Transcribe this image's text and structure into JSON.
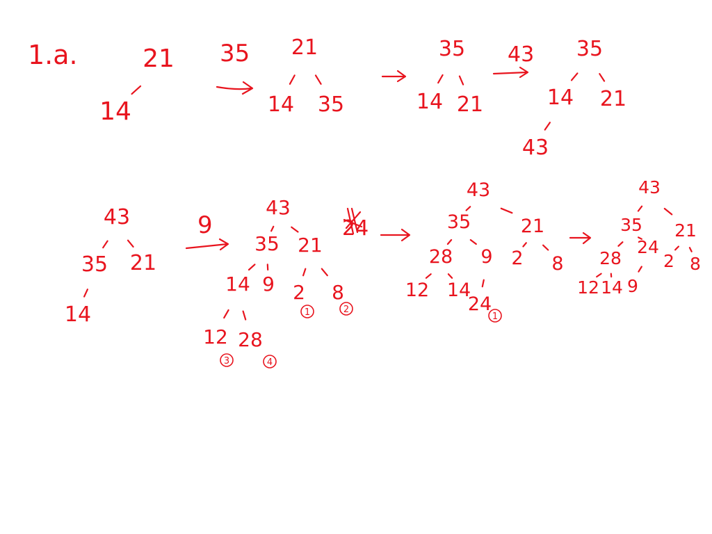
{
  "problem_label": "1.a.",
  "ink_color": "#e8141e",
  "insert_labels": [
    "35",
    "43",
    "9",
    "24"
  ],
  "trees": [
    {
      "id": "t1",
      "nodes": {
        "a": "21",
        "b": "14"
      },
      "edges": [
        [
          "a",
          "b"
        ]
      ]
    },
    {
      "id": "t2",
      "nodes": {
        "a": "21",
        "b": "14",
        "c": "35"
      },
      "edges": [
        [
          "a",
          "b"
        ],
        [
          "a",
          "c"
        ]
      ]
    },
    {
      "id": "t3",
      "nodes": {
        "a": "35",
        "b": "14",
        "c": "21"
      },
      "edges": [
        [
          "a",
          "b"
        ],
        [
          "a",
          "c"
        ]
      ]
    },
    {
      "id": "t4",
      "nodes": {
        "a": "35",
        "b": "14",
        "c": "21",
        "d": "43"
      },
      "edges": [
        [
          "a",
          "b"
        ],
        [
          "a",
          "c"
        ],
        [
          "b",
          "d"
        ]
      ]
    },
    {
      "id": "t5",
      "nodes": {
        "a": "43",
        "b": "35",
        "c": "21",
        "d": "14"
      },
      "edges": [
        [
          "a",
          "b"
        ],
        [
          "a",
          "c"
        ],
        [
          "b",
          "d"
        ]
      ]
    },
    {
      "id": "t6",
      "nodes": {
        "a": "43",
        "b": "35",
        "c": "21",
        "d": "14",
        "e": "9",
        "f": "2",
        "g": "8",
        "h": "12",
        "i": "28"
      },
      "edges": [
        [
          "a",
          "b"
        ],
        [
          "a",
          "c"
        ],
        [
          "b",
          "d"
        ],
        [
          "b",
          "e"
        ],
        [
          "c",
          "f"
        ],
        [
          "c",
          "g"
        ],
        [
          "d",
          "h"
        ],
        [
          "d",
          "i"
        ]
      ],
      "marks": {
        "f": "1",
        "g": "2",
        "h": "3",
        "i": "4"
      }
    },
    {
      "id": "t7",
      "nodes": {
        "a": "43",
        "b": "35",
        "c": "21",
        "d": "28",
        "e": "9",
        "f": "2",
        "g": "8",
        "h": "12",
        "i": "14",
        "j": "24"
      },
      "edges": [
        [
          "a",
          "b"
        ],
        [
          "a",
          "c"
        ],
        [
          "b",
          "d"
        ],
        [
          "b",
          "e"
        ],
        [
          "c",
          "f"
        ],
        [
          "c",
          "g"
        ],
        [
          "d",
          "h"
        ],
        [
          "d",
          "i"
        ],
        [
          "e",
          "j"
        ]
      ],
      "marks": {
        "j": "1"
      }
    },
    {
      "id": "t8",
      "nodes": {
        "a": "43",
        "b": "35",
        "c": "21",
        "d": "28",
        "e": "24",
        "f": "2",
        "g": "8",
        "h": "12",
        "i": "14",
        "j": "9"
      },
      "edges": [
        [
          "a",
          "b"
        ],
        [
          "a",
          "c"
        ],
        [
          "b",
          "d"
        ],
        [
          "b",
          "e"
        ],
        [
          "c",
          "f"
        ],
        [
          "c",
          "g"
        ],
        [
          "d",
          "h"
        ],
        [
          "d",
          "i"
        ],
        [
          "e",
          "j"
        ]
      ]
    }
  ]
}
